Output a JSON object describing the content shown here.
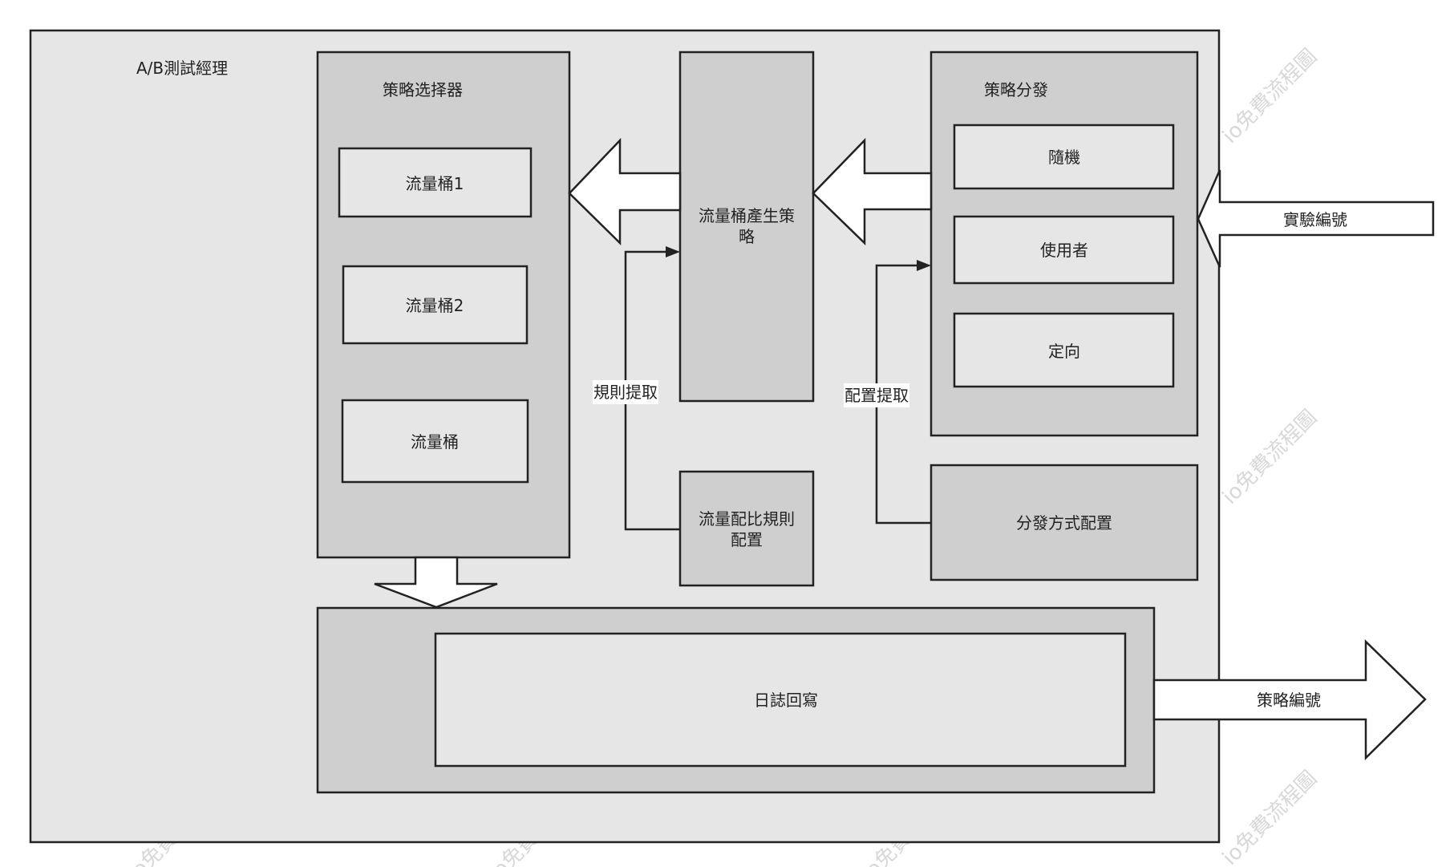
{
  "diagram": {
    "outer_title": "A/B測試經理",
    "strategy_selector": {
      "title": "策略选择器",
      "buckets": [
        "流量桶1",
        "流量桶2",
        "流量桶"
      ]
    },
    "bucket_generator": {
      "label_line1": "流量桶產生策",
      "label_line2": "略"
    },
    "strategy_dispatch": {
      "title": "策略分發",
      "options": [
        "隨機",
        "使用者",
        "定向"
      ]
    },
    "ratio_config": {
      "label_line1": "流量配比規則",
      "label_line2": "配置"
    },
    "dispatch_config": {
      "label": "分發方式配置"
    },
    "log_writeback": {
      "label": "日誌回寫"
    },
    "edge_labels": {
      "rule_fetch": "規則提取",
      "config_fetch": "配置提取"
    },
    "input_arrow": {
      "label": "實驗編號"
    },
    "output_arrow": {
      "label": "策略編號"
    },
    "watermark": "io免費流程圖"
  },
  "colors": {
    "outer_fill": "#e6e6e6",
    "panel_fill": "#cfcfcf",
    "inner_fill": "#e6e6e6",
    "stroke": "#222222",
    "arrow_fill": "#ffffff"
  }
}
